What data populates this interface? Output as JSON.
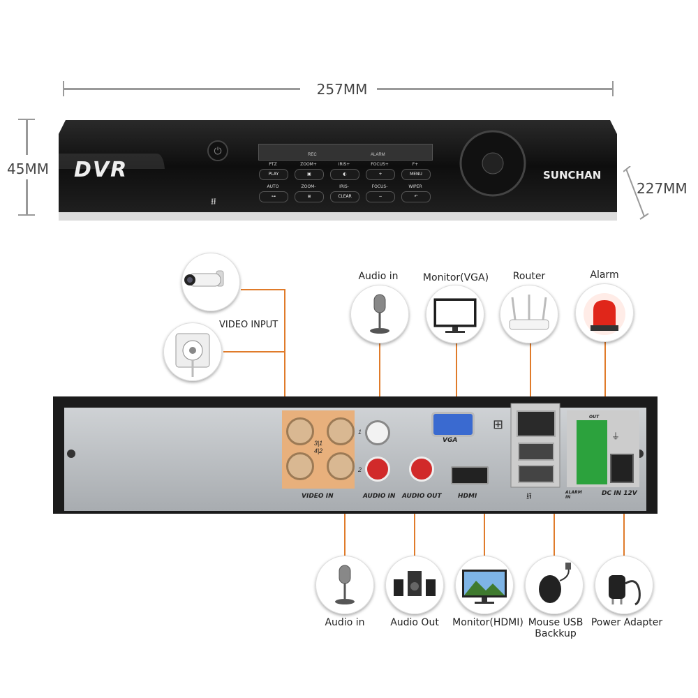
{
  "dimensions": {
    "width_label": "257MM",
    "height_label": "45MM",
    "depth_label": "227MM"
  },
  "front_panel": {
    "logo": "DVR",
    "brand": "SUNCHAN",
    "display_labels": [
      "REC",
      "ALARM"
    ],
    "buttons_top_labels": [
      "PTZ",
      "ZOOM+",
      "IRIS+",
      "FOCUS+",
      "F+"
    ],
    "buttons_top": [
      "PLAY",
      "",
      "",
      "",
      "MENU"
    ],
    "buttons_bottom_labels": [
      "AUTO",
      "ZOOM-",
      "IRIS-",
      "FOCUS-",
      "WIPER"
    ],
    "buttons_bottom": [
      "",
      "",
      "CLEAR",
      "",
      ""
    ]
  },
  "top_devices": [
    {
      "label": "Audio in",
      "icon": "microphone-icon"
    },
    {
      "label": "Monitor(VGA)",
      "icon": "monitor-icon"
    },
    {
      "label": "Router",
      "icon": "router-icon"
    },
    {
      "label": "Alarm",
      "icon": "alarm-light-icon"
    }
  ],
  "video_input_label": "VIDEO INPUT",
  "rear_panel": {
    "video_in": "VIDEO IN",
    "audio_in": "AUDIO IN",
    "audio_out": "AUDIO OUT",
    "vga": "VGA",
    "hdmi": "HDMI",
    "dc_in": "DC IN 12V",
    "alarm_in": "ALARM IN",
    "alarm_out": "OUT",
    "ch_numbers": [
      "3",
      "1",
      "4",
      "2"
    ],
    "audio_ch": [
      "1",
      "2"
    ]
  },
  "bottom_devices": [
    {
      "label": "Audio in",
      "icon": "microphone-icon"
    },
    {
      "label": "Audio Out",
      "icon": "speakers-icon"
    },
    {
      "label": "Monitor(HDMI)",
      "icon": "monitor-landscape-icon"
    },
    {
      "label": "Mouse USB",
      "label2": "Backkup",
      "icon": "mouse-icon"
    },
    {
      "label": "Power Adapter",
      "icon": "power-adapter-icon"
    }
  ],
  "colors": {
    "accent": "#e07b2a",
    "panel": "#b9bdc1",
    "chassis": "#1b1b1b"
  }
}
